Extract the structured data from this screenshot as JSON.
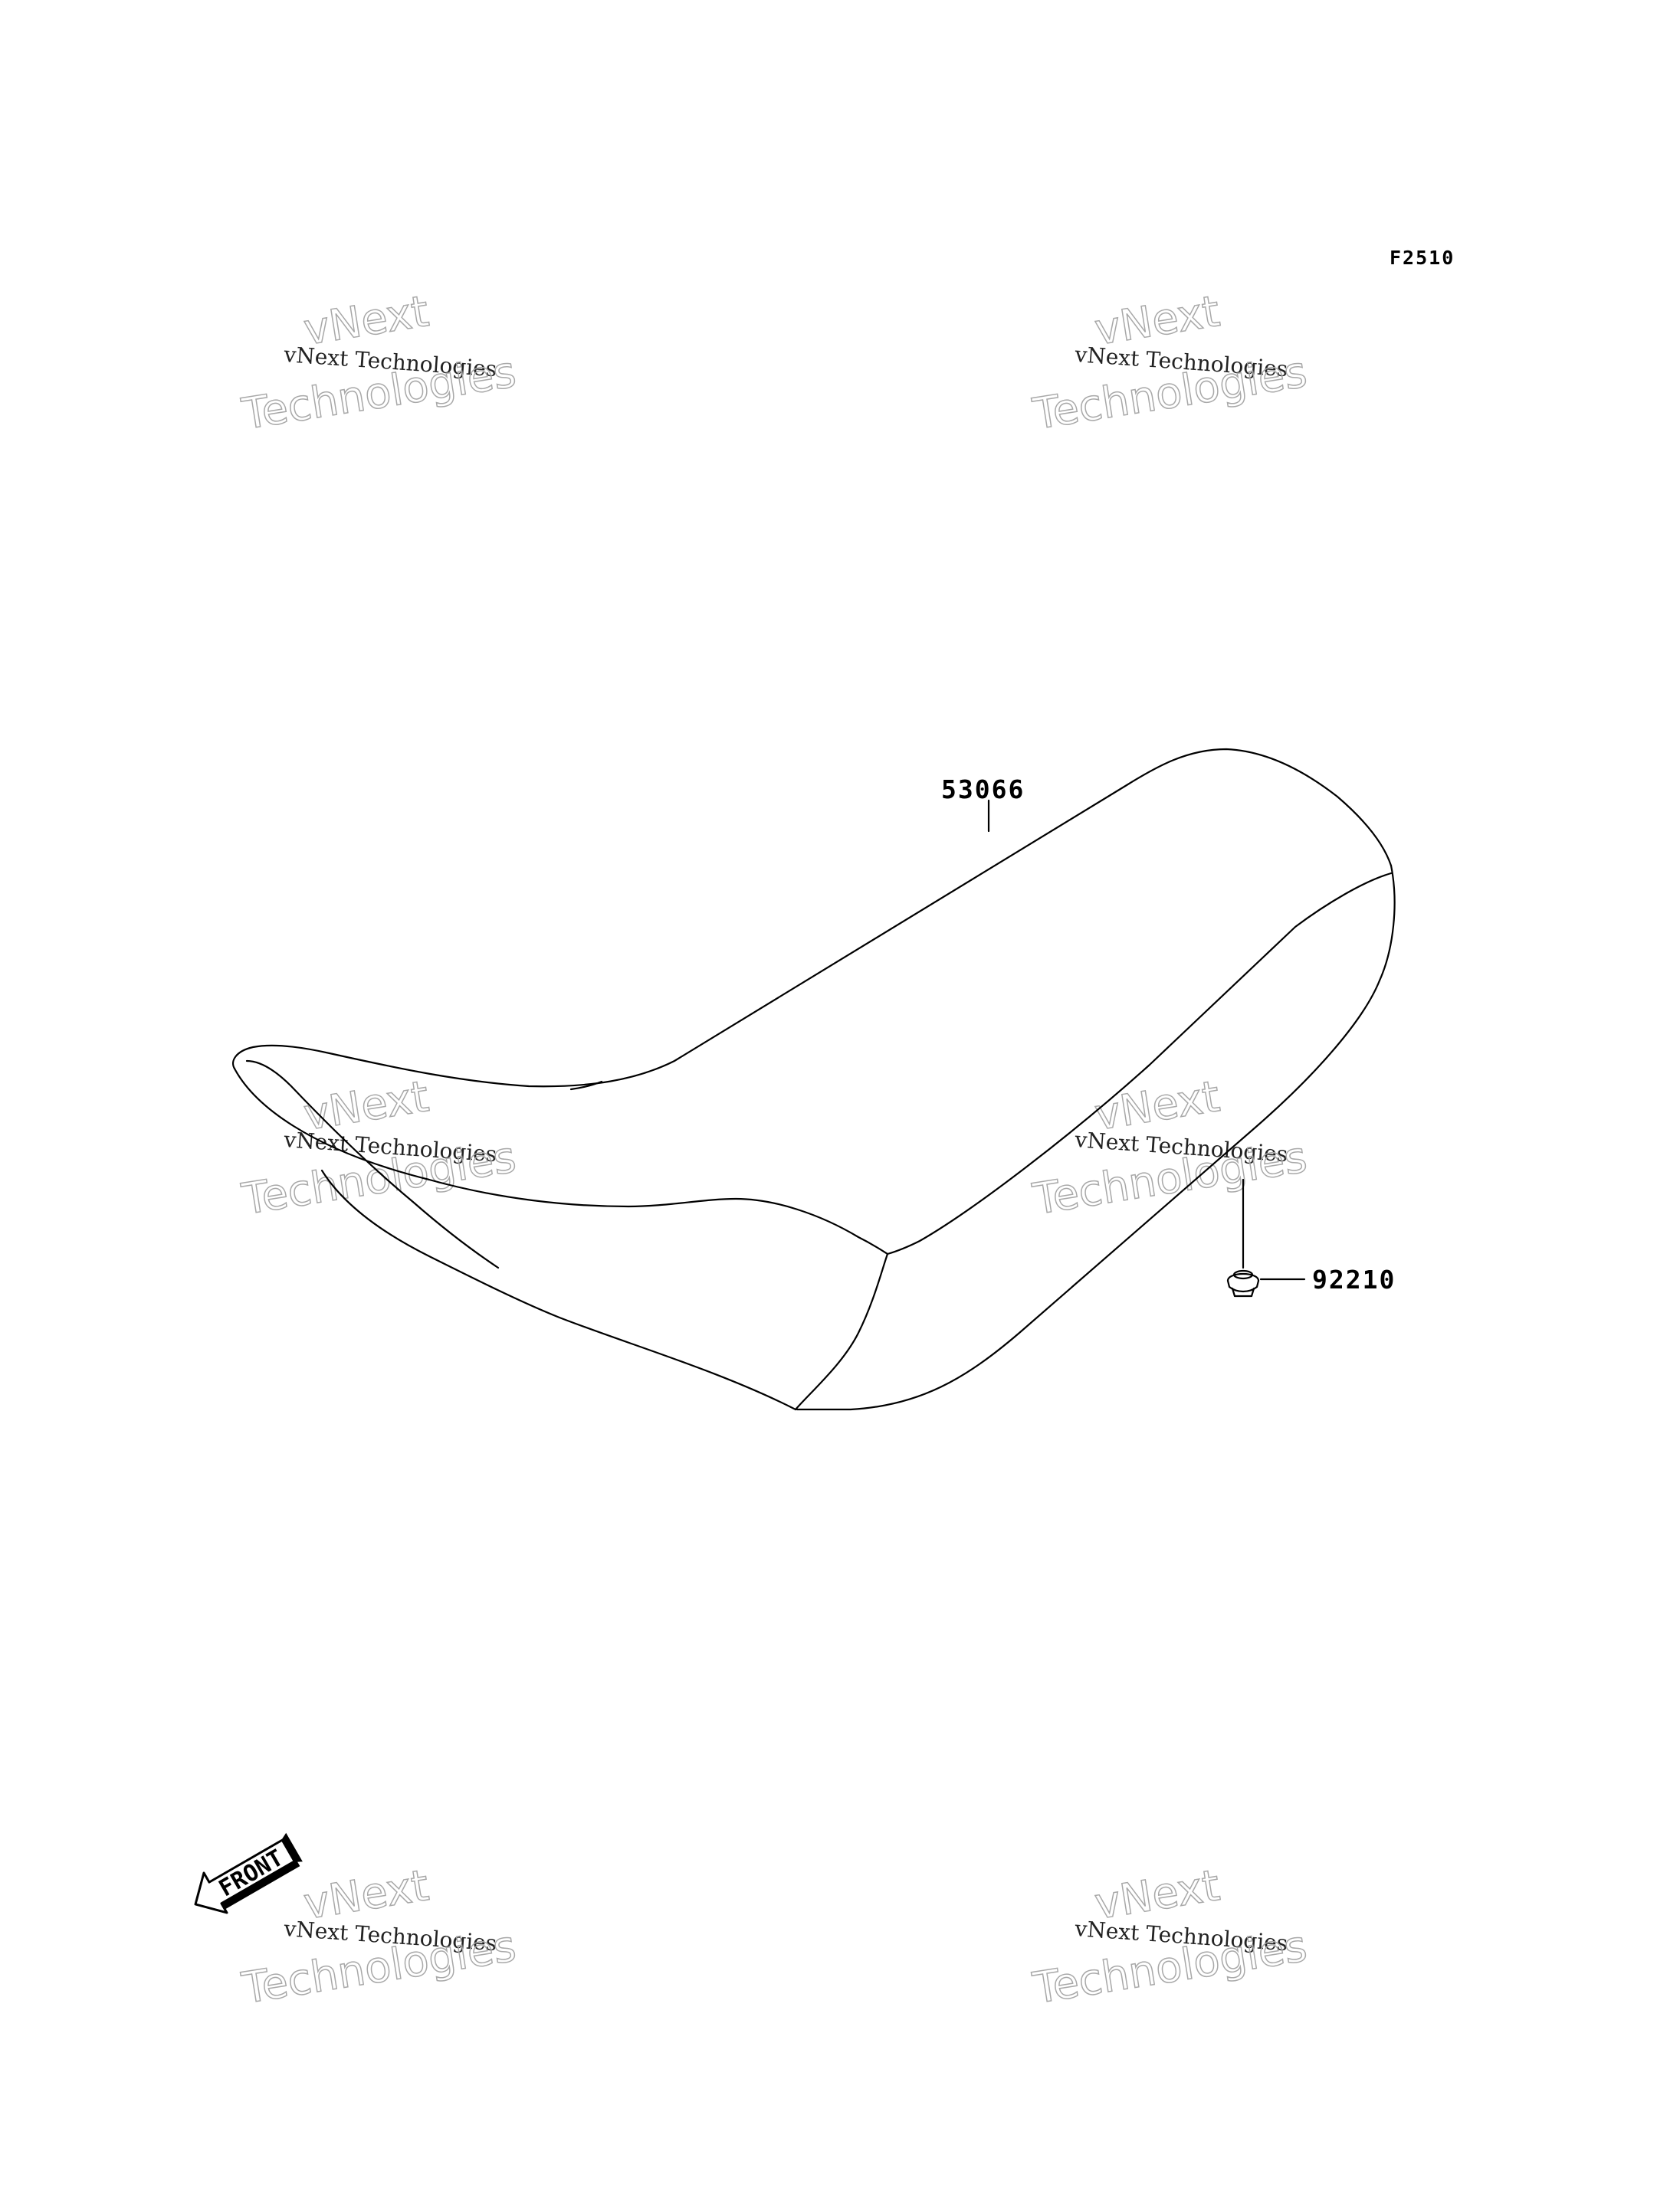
{
  "figure": {
    "code": "F2510"
  },
  "parts": [
    {
      "number": "53066"
    },
    {
      "number": "92210"
    }
  ],
  "front_marker": {
    "label": "FRONT"
  },
  "watermark": {
    "line1": "vNext",
    "line2": "vNext Technologies",
    "line3": "Technologies"
  }
}
